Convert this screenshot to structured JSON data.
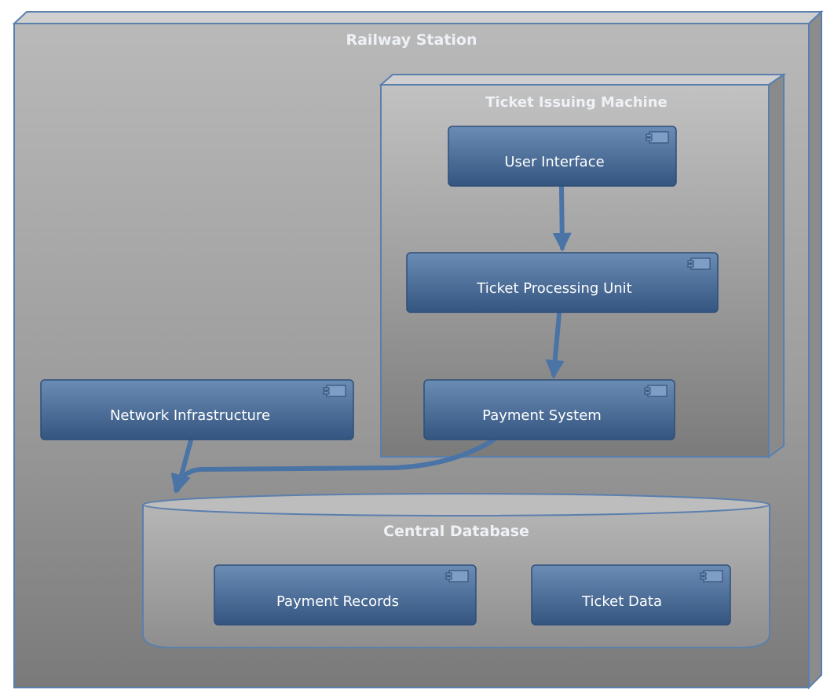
{
  "diagram": {
    "station": {
      "title": "Railway Station"
    },
    "machine": {
      "title": "Ticket Issuing Machine"
    },
    "database": {
      "title": "Central Database"
    },
    "components": {
      "user_interface": "User Interface",
      "ticket_processing_unit": "Ticket Processing Unit",
      "payment_system": "Payment System",
      "network_infrastructure": "Network Infrastructure",
      "payment_records": "Payment Records",
      "ticket_data": "Ticket Data"
    },
    "colors": {
      "component_top": "#6688b2",
      "component_bottom": "#33547f",
      "border": "#5a7fae",
      "arrow": "#4a73a6"
    },
    "icons": {
      "component": "component-icon"
    },
    "connectors": [
      {
        "from": "User Interface",
        "to": "Ticket Processing Unit"
      },
      {
        "from": "Ticket Processing Unit",
        "to": "Payment System"
      },
      {
        "from": "Payment System",
        "to": "Central Database"
      },
      {
        "from": "Network Infrastructure",
        "to": "Central Database"
      }
    ]
  }
}
